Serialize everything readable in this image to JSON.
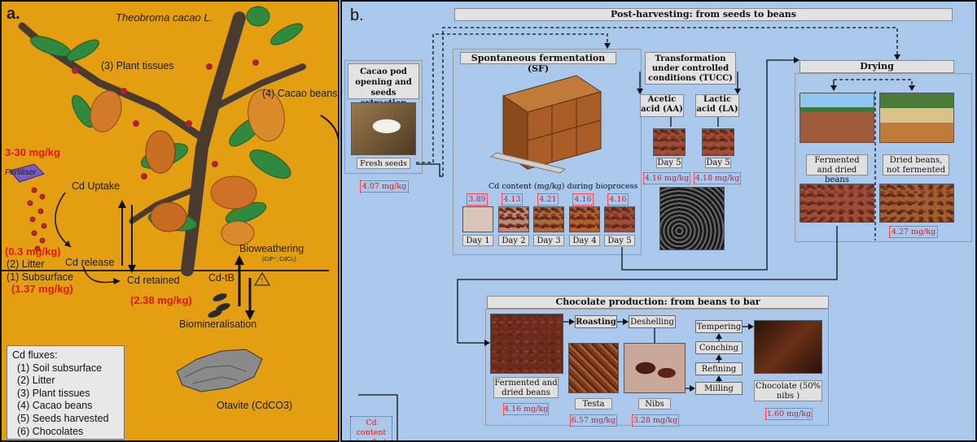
{
  "panel_a": {
    "label": "a.",
    "species": "Theobroma cacao L.",
    "plant_tissues": "(3) Plant tissues",
    "cacao_beans": "(4) Cacao beans",
    "fertiliser_range": "3-30 mg/kg",
    "fertiliser": "Fertiliser",
    "cd_uptake": "Cd Uptake",
    "litter_value": "(0.3 mg/kg)",
    "cd_release": "Cd release",
    "litter": "(2) Litter",
    "subsurface": "(1) Subsurface",
    "subsurface_value": "(1.37 mg/kg)",
    "cd_retained": "Cd retained",
    "cd_retained_value": "(2.38 mg/kg)",
    "bioweathering": "Bioweathering",
    "bioweathering_sub": "(Cd²⁺; CdCl₂)",
    "cd_tb": "Cd-tB",
    "biomineralisation": "Biomineralisation",
    "otavite": "Otavite (CdCO3)",
    "legend": {
      "title": "Cd fluxes:",
      "items": [
        "(1) Soil subsurface",
        "(2) Litter",
        "(3) Plant tissues",
        "(4) Cacao beans",
        "(5) Seeds harvested",
        "(6) Chocolates"
      ]
    }
  },
  "panel_b": {
    "label": "b.",
    "post_harvest_title": "Post-harvesting: from seeds to beans",
    "pod_opening": "Cacao pod opening and seeds extraction",
    "fresh_seeds": "Fresh seeds",
    "fresh_value": "4.07 mg/kg",
    "sf_title": "Spontaneous fermentation (SF)",
    "cd_content_bioprocess": "Cd content (mg/kg) during bioprocess",
    "days": [
      {
        "label": "Day 1",
        "value": "3.89"
      },
      {
        "label": "Day 2",
        "value": "4.13"
      },
      {
        "label": "Day 3",
        "value": "4.21"
      },
      {
        "label": "Day 4",
        "value": "4.16"
      },
      {
        "label": "Day 5",
        "value": "4.16"
      }
    ],
    "tucc_title": "Transformation under controlled conditions (TUCC)",
    "aa_title": "Acetic acid (AA)",
    "la_title": "Lactic acid (LA)",
    "aa_day": "Day 5",
    "la_day": "Day 5",
    "aa_value": "4.16 mg/kg",
    "la_value": "4.18 mg/kg",
    "drying_title": "Drying",
    "fermented_dried": "Fermented and dried beans",
    "dried_not_fermented": "Dried beans, not fermented",
    "drying_value": "4.27 mg/kg",
    "choc_title": "Chocolate production: from beans to bar",
    "choc_fermented": "Fermented and dried beans",
    "choc_fermented_value": "4.16 mg/kg",
    "roasting": "Roasting",
    "deshelling": "Deshelling",
    "testa": "Testa",
    "testa_value": "6.57 mg/kg",
    "nibs": "Nibs",
    "nibs_value": "3.28 mg/kg",
    "steps": [
      "Tempering",
      "Conching",
      "Refining",
      "Milling"
    ],
    "chocolate": "Chocolate (50% nibs )",
    "chocolate_value": "1.60 mg/kg",
    "cd_content_legend": "Cd content (mg/kg)"
  },
  "colors": {
    "panel_a_bg": "#E39F11",
    "panel_b_bg": "#A9C8EC",
    "red_value": "#E0151B",
    "header_grey": "#E2E2E2"
  }
}
